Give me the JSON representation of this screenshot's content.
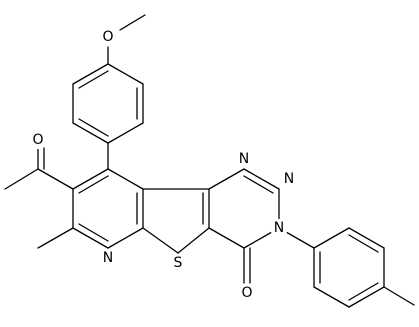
{
  "atoms": {
    "o_methoxy": "O",
    "o_acetyl": "O",
    "n_pyridine": "N",
    "s_thiophene": "S",
    "n_triazine_1": "N",
    "n_triazine_2": "N",
    "n_triazine_3": "N",
    "o_carbonyl": "O"
  }
}
